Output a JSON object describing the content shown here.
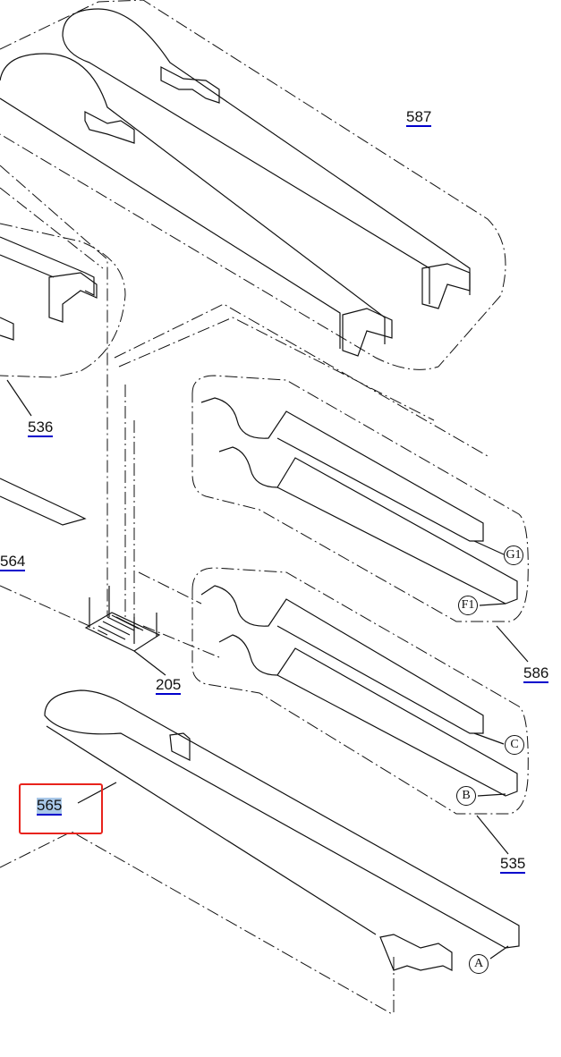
{
  "diagram": {
    "part_labels": [
      {
        "id": "587",
        "text": "587"
      },
      {
        "id": "536",
        "text": "536"
      },
      {
        "id": "564",
        "text": "564"
      },
      {
        "id": "205",
        "text": "205"
      },
      {
        "id": "586",
        "text": "586"
      },
      {
        "id": "565",
        "text": "565",
        "selected": true
      },
      {
        "id": "535",
        "text": "535"
      }
    ],
    "connector_callouts": [
      "G1",
      "F1",
      "C",
      "B",
      "A"
    ],
    "highlight_color": "#e8231c",
    "link_color": "#0000cc"
  }
}
